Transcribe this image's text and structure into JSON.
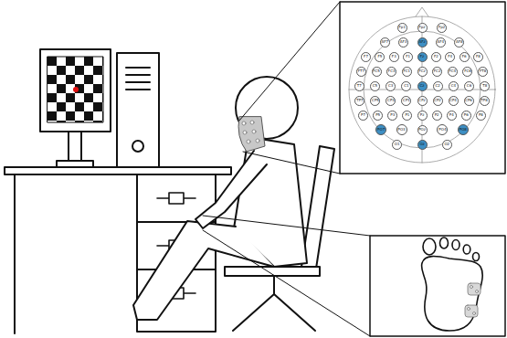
{
  "diagram": {
    "nodes": [
      {
        "text": [
          "Fp1"
        ]
      },
      {
        "text": [
          "Fpz"
        ]
      },
      {
        "text": [
          "Fp2"
        ]
      },
      {
        "text": [
          "AF7"
        ]
      },
      {
        "text": [
          "AF3"
        ]
      },
      {
        "text": [
          "AFz"
        ]
      },
      {
        "text": [
          "AF4"
        ]
      },
      {
        "text": [
          "AF8"
        ]
      },
      {
        "text": [
          "F7"
        ]
      },
      {
        "text": [
          "F5"
        ]
      },
      {
        "text": [
          "F3"
        ]
      },
      {
        "text": [
          "F1"
        ]
      },
      {
        "text": [
          "Fz"
        ]
      },
      {
        "text": [
          "F2"
        ]
      },
      {
        "text": [
          "F4"
        ]
      },
      {
        "text": [
          "F6"
        ]
      },
      {
        "text": [
          "F8"
        ]
      },
      {
        "text": [
          "FT7"
        ]
      },
      {
        "text": [
          "FC5"
        ]
      },
      {
        "text": [
          "FC3"
        ]
      },
      {
        "text": [
          "FC1"
        ]
      },
      {
        "text": [
          "FCz"
        ]
      },
      {
        "text": [
          "FC2"
        ]
      },
      {
        "text": [
          "FC4"
        ]
      },
      {
        "text": [
          "FC6"
        ]
      },
      {
        "text": [
          "FT8"
        ]
      },
      {
        "text": [
          "T7"
        ]
      },
      {
        "text": [
          "C5"
        ]
      },
      {
        "text": [
          "C3"
        ]
      },
      {
        "text": [
          "C1"
        ]
      },
      {
        "text": [
          "Cz"
        ]
      },
      {
        "text": [
          "C2"
        ]
      },
      {
        "text": [
          "C4"
        ]
      },
      {
        "text": [
          "C6"
        ]
      },
      {
        "text": [
          "T8"
        ]
      },
      {
        "text": [
          "TP7"
        ]
      },
      {
        "text": [
          "CP5"
        ]
      },
      {
        "text": [
          "CP3"
        ]
      },
      {
        "text": [
          "CP1"
        ]
      },
      {
        "text": [
          "CPz"
        ]
      },
      {
        "text": [
          "CP2"
        ]
      },
      {
        "text": [
          "CP4"
        ]
      },
      {
        "text": [
          "CP6"
        ]
      },
      {
        "text": [
          "TP8"
        ]
      },
      {
        "text": [
          "P7"
        ]
      },
      {
        "text": [
          "P5"
        ]
      },
      {
        "text": [
          "P3"
        ]
      },
      {
        "text": [
          "P1"
        ]
      },
      {
        "text": [
          "Pz"
        ]
      },
      {
        "text": [
          "P2"
        ]
      },
      {
        "text": [
          "P4"
        ]
      },
      {
        "text": [
          "P6"
        ]
      },
      {
        "text": [
          "P8"
        ]
      },
      {
        "text": [
          "PO7"
        ]
      },
      {
        "text": [
          "PO3"
        ]
      },
      {
        "text": [
          "POz"
        ]
      },
      {
        "text": [
          "PO4"
        ]
      },
      {
        "text": [
          "PO8"
        ]
      },
      {
        "text": [
          "O1"
        ]
      },
      {
        "text": [
          "Oz"
        ]
      },
      {
        "text": [
          "O2"
        ]
      }
    ]
  }
}
